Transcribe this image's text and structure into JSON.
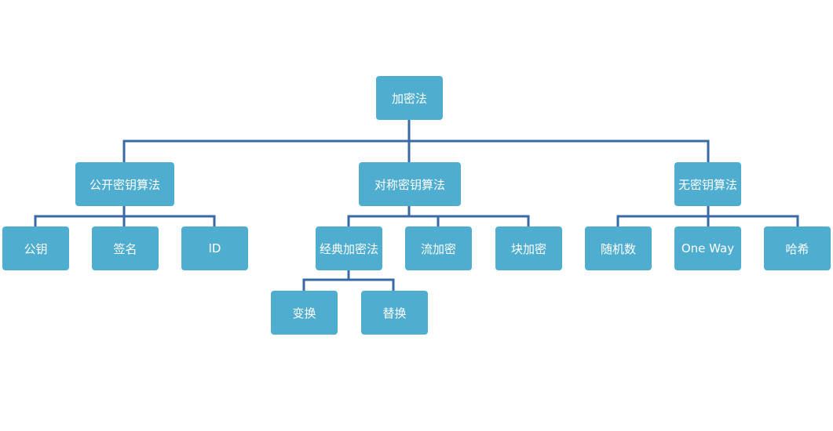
{
  "colors": {
    "node_fill": "#4fadd0",
    "node_text": "#ffffff",
    "connector": "#3a6aa6",
    "background": "#ffffff"
  },
  "tree": {
    "root": {
      "label": "加密法"
    },
    "public_key": {
      "label": "公开密钥算法",
      "children": {
        "public": {
          "label": "公钥"
        },
        "signature": {
          "label": "签名"
        },
        "id": {
          "label": "ID"
        }
      }
    },
    "symmetric": {
      "label": "对称密钥算法",
      "children": {
        "classical": {
          "label": "经典加密法",
          "children": {
            "transposition": {
              "label": "变换"
            },
            "substitution": {
              "label": "替换"
            }
          }
        },
        "stream": {
          "label": "流加密"
        },
        "block": {
          "label": "块加密"
        }
      }
    },
    "keyless": {
      "label": "无密钥算法",
      "children": {
        "random": {
          "label": "随机数"
        },
        "one_way": {
          "label": "One Way"
        },
        "hash": {
          "label": "哈希"
        }
      }
    }
  }
}
